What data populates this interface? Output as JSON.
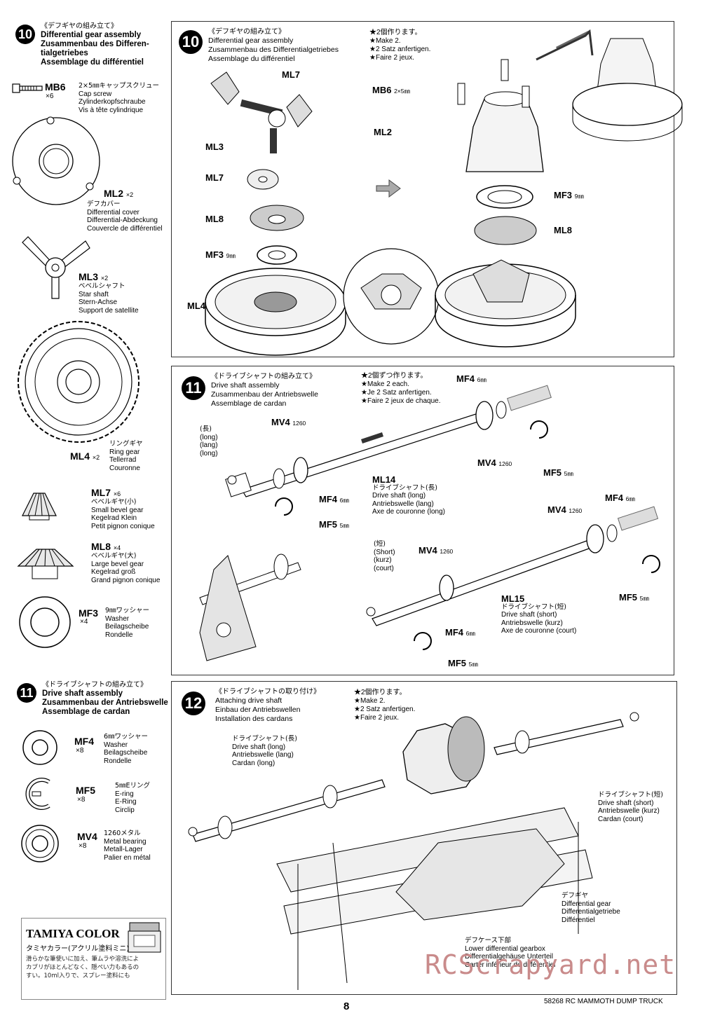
{
  "left_col": {
    "step10": {
      "num": "10",
      "jp": "《デフギヤの組み立て》",
      "en": "Differential gear assembly",
      "de1": "Zusammenbau des Differen-",
      "de2": "tialgetriebes",
      "fr": "Assemblage du différentiel"
    },
    "parts10": [
      {
        "code": "MB6",
        "qty": "×6",
        "jp": "2×5㎜キャップスクリュー",
        "en": "Cap screw",
        "de": "Zylinderkopfschraube",
        "fr": "Vis à tête cylindrique",
        "icon": "cap-screw-icon"
      },
      {
        "code": "ML2",
        "qty": "×2",
        "jp": "デフカバー",
        "en": "Differential cover",
        "de": "Differential-Abdeckung",
        "fr": "Couvercle de différentiel",
        "icon": "differential-cover-icon"
      },
      {
        "code": "ML3",
        "qty": "×2",
        "jp": "ベベルシャフト",
        "en": "Star shaft",
        "de": "Stern-Achse",
        "fr": "Support de satellite",
        "icon": "star-shaft-icon"
      },
      {
        "code": "ML4",
        "qty": "×2",
        "jp": "リングギヤ",
        "en": "Ring gear",
        "de": "Tellerrad",
        "fr": "Couronne",
        "icon": "ring-gear-icon"
      },
      {
        "code": "ML7",
        "qty": "×6",
        "jp": "ベベルギヤ(小)",
        "en": "Small bevel gear",
        "de": "Kegelrad Klein",
        "fr": "Petit pignon conique",
        "icon": "small-bevel-gear-icon"
      },
      {
        "code": "ML8",
        "qty": "×4",
        "jp": "ベベルギヤ(大)",
        "en": "Large bevel gear",
        "de": "Kegelrad groß",
        "fr": "Grand pignon conique",
        "icon": "large-bevel-gear-icon"
      },
      {
        "code": "MF3",
        "qty": "×4",
        "jp": "9㎜ワッシャー",
        "en": "Washer",
        "de": "Beilagscheibe",
        "fr": "Rondelle",
        "icon": "washer-icon"
      }
    ],
    "step11": {
      "num": "11",
      "jp": "《ドライブシャフトの組み立て》",
      "en": "Drive shaft assembly",
      "de": "Zusammenbau der Antriebswelle",
      "fr": "Assemblage de cardan"
    },
    "parts11": [
      {
        "code": "MF4",
        "qty": "×8",
        "jp": "6㎜ワッシャー",
        "en": "Washer",
        "de": "Beilagscheibe",
        "fr": "Rondelle",
        "icon": "washer-6mm-icon"
      },
      {
        "code": "MF5",
        "qty": "×8",
        "jp": "5㎜Eリング",
        "en": "E-ring",
        "de": "E-Ring",
        "fr": "Circlip",
        "icon": "e-ring-icon"
      },
      {
        "code": "MV4",
        "qty": "×8",
        "jp": "1260メタル",
        "en": "Metal bearing",
        "de": "Metall-Lager",
        "fr": "Palier en métal",
        "icon": "metal-bearing-icon"
      }
    ],
    "tamiya": {
      "title": "TAMIYA COLOR",
      "sub": "タミヤカラー(アクリル塗料ミニ)",
      "body1": "滑らかな筆使いに加え、筆ムラや溶洗によ",
      "body2": "カブリがほとんどなく、隠ぺい力もあるの",
      "body3": "すい。10ml入りで、スプレー塗料にも"
    }
  },
  "panel10": {
    "num": "10",
    "jp": "《デフギヤの組み立て》",
    "en": "Differential gear assembly",
    "de": "Zusammenbau des Differentialgetriebes",
    "fr": "Assemblage du différentiel",
    "notes": [
      "★2個作ります。",
      "★Make 2.",
      "★2 Satz anfertigen.",
      "★Faire 2 jeux."
    ],
    "labels": {
      "ml7": "ML7",
      "ml3": "ML3",
      "ml7b": "ML7",
      "ml8": "ML8",
      "mf3": "MF3",
      "mf3_sz": "9㎜",
      "ml4": "ML4",
      "mb6": "MB6",
      "mb6_sz": "2×5㎜",
      "ml2": "ML2",
      "mf3r": "MF3",
      "mf3r_sz": "9㎜",
      "ml8r": "ML8"
    }
  },
  "panel11": {
    "num": "11",
    "jp": "《ドライブシャフトの組み立て》",
    "en": "Drive shaft assembly",
    "de": "Zusammenbau der Antriebswelle",
    "fr": "Assemblage de cardan",
    "notes": [
      "★2個ずつ作ります。",
      "★Make 2 each.",
      "★Je 2 Satz anfertigen.",
      "★Faire 2 jeux de chaque."
    ],
    "long_tag": [
      "(長)",
      "(long)",
      "(lang)",
      "(long)"
    ],
    "short_tag": [
      "(短)",
      "(Short)",
      "(kurz)",
      "(court)"
    ],
    "ml14": {
      "code": "ML14",
      "jp": "ドライブシャフト(長)",
      "en": "Drive shaft (long)",
      "de": "Antriebswelle (lang)",
      "fr": "Axe de couronne (long)"
    },
    "ml15": {
      "code": "ML15",
      "jp": "ドライブシャフト(短)",
      "en": "Drive shaft (short)",
      "de": "Antriebswelle (kurz)",
      "fr": "Axe de couronne (court)"
    },
    "labels": {
      "mv4": "MV4",
      "mv4_sz": "1260",
      "mf4": "MF4",
      "mf4_sz": "6㎜",
      "mf5": "MF5",
      "mf5_sz": "5㎜"
    }
  },
  "panel12": {
    "num": "12",
    "jp": "《ドライブシャフトの取り付け》",
    "en": "Attaching drive shaft",
    "de": "Einbau der Antriebswellen",
    "fr": "Installation des cardans",
    "notes": [
      "★2個作ります。",
      "★Make 2.",
      "★2 Satz anfertigen.",
      "★Faire 2 jeux."
    ],
    "long": {
      "jp": "ドライブシャフト(長)",
      "en": "Drive shaft (long)",
      "de": "Antriebswelle (lang)",
      "fr": "Cardan (long)"
    },
    "short": {
      "jp": "ドライブシャフト(短)",
      "en": "Drive shaft (short)",
      "de": "Antriebswelle (kurz)",
      "fr": "Cardan (court)"
    },
    "diff": {
      "jp": "デフギヤ",
      "en": "Differential gear",
      "de": "Differentialgetriebe",
      "fr": "Différentiel"
    },
    "case": {
      "jp": "デフケース下部",
      "en": "Lower differential gearbox",
      "de": "Differentialgehäuse Unterteil",
      "fr": "Carter inférieur de différentiel"
    }
  },
  "footer": {
    "page": "8",
    "model": "58268 RC MAMMOTH DUMP TRUCK",
    "watermark": "RCScrapyard.net"
  }
}
